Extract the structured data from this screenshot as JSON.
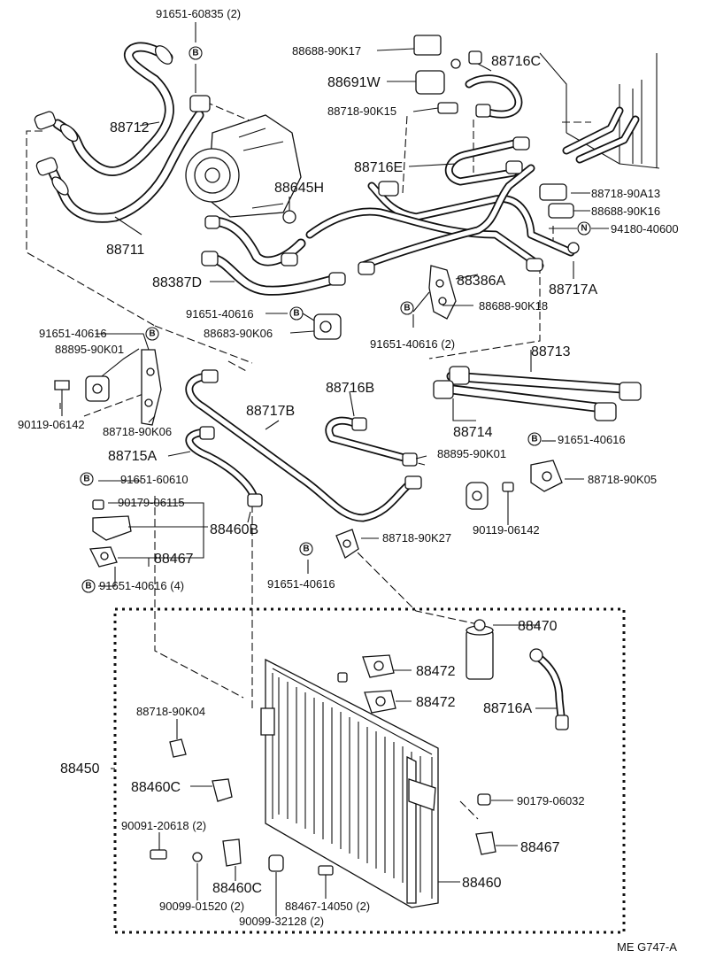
{
  "diagram": {
    "code": "ME  G747-A",
    "marks": {
      "b": "B",
      "n": "N"
    },
    "labels": {
      "p91651_60835": "91651-60835 (2)",
      "p88712": "88712",
      "p88711": "88711",
      "p88688_90K17": "88688-90K17",
      "p88691W": "88691W",
      "p88716C": "88716C",
      "p88718_90K15": "88718-90K15",
      "p88716E": "88716E",
      "p88645H": "88645H",
      "p88718_90A13": "88718-90A13",
      "p88688_90K16": "88688-90K16",
      "p94180_40600": "94180-40600",
      "p88387D": "88387D",
      "p88386A": "88386A",
      "p88717A": "88717A",
      "p91651_40616_a": "91651-40616",
      "p88683_90K06": "88683-90K06",
      "p88688_90K18": "88688-90K18",
      "p91651_40616_2": "91651-40616 (2)",
      "p91651_40616_b": "91651-40616",
      "p88895_90K01_a": "88895-90K01",
      "p88713": "88713",
      "p90119_06142_a": "90119-06142",
      "p88718_90K06": "88718-90K06",
      "p88716B": "88716B",
      "p88717B": "88717B",
      "p88714": "88714",
      "p88715A": "88715A",
      "p91651_40616_c": "91651-40616",
      "p88895_90K01_b": "88895-90K01",
      "p88718_90K05": "88718-90K05",
      "p91651_60610": "91651-60610",
      "p90179_06115": "90179-06115",
      "p88460B": "88460B",
      "p90119_06142_b": "90119-06142",
      "p88467_a": "88467",
      "p88718_90K27": "88718-90K27",
      "p91651_40616_4": "91651-40616 (4)",
      "p91651_40616_d": "91651-40616",
      "p88470": "88470",
      "p88472_a": "88472",
      "p88472_b": "88472",
      "p88716A": "88716A",
      "p88718_90K04": "88718-90K04",
      "p88450": "88450",
      "p88460C_a": "88460C",
      "p90179_06032": "90179-06032",
      "p90091_20618": "90091-20618 (2)",
      "p88467_b": "88467",
      "p88460C_b": "88460C",
      "p88460": "88460",
      "p90099_01520": "90099-01520 (2)",
      "p88467_14050": "88467-14050 (2)",
      "p90099_32128": "90099-32128 (2)"
    }
  }
}
